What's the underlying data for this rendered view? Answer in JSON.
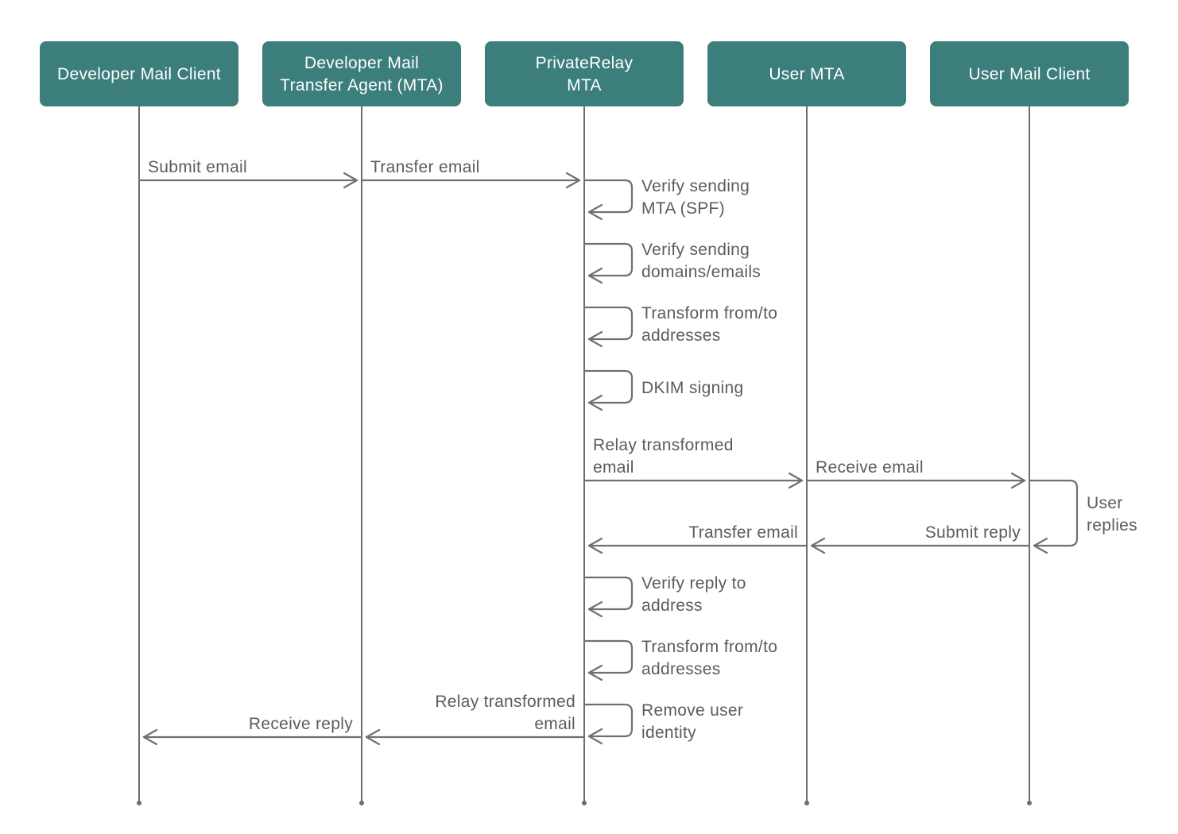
{
  "actors": [
    {
      "id": "dev-client",
      "lines": [
        "Developer Mail Client"
      ]
    },
    {
      "id": "dev-mta",
      "lines": [
        "Developer Mail",
        "Transfer Agent (MTA)"
      ]
    },
    {
      "id": "relay-mta",
      "lines": [
        "PrivateRelay",
        "MTA"
      ]
    },
    {
      "id": "user-mta",
      "lines": [
        "User MTA"
      ]
    },
    {
      "id": "user-client",
      "lines": [
        "User Mail Client"
      ]
    }
  ],
  "messages": [
    {
      "type": "arrow",
      "from": 0,
      "to": 1,
      "lines": [
        "Submit email"
      ]
    },
    {
      "type": "arrow",
      "from": 1,
      "to": 2,
      "lines": [
        "Transfer email"
      ]
    },
    {
      "type": "self",
      "actor": 2,
      "lines": [
        "Verify sending",
        "MTA (SPF)"
      ]
    },
    {
      "type": "self",
      "actor": 2,
      "lines": [
        "Verify sending",
        "domains/emails"
      ]
    },
    {
      "type": "self",
      "actor": 2,
      "lines": [
        "Transform from/to",
        "addresses"
      ]
    },
    {
      "type": "self",
      "actor": 2,
      "lines": [
        "DKIM signing"
      ]
    },
    {
      "type": "arrow",
      "from": 2,
      "to": 3,
      "lines": [
        "Relay transformed",
        "email"
      ]
    },
    {
      "type": "arrow",
      "from": 3,
      "to": 4,
      "lines": [
        "Receive email"
      ]
    },
    {
      "type": "self",
      "actor": 4,
      "lines": [
        "User",
        "replies"
      ]
    },
    {
      "type": "arrow",
      "from": 4,
      "to": 3,
      "lines": [
        "Submit reply"
      ]
    },
    {
      "type": "arrow",
      "from": 3,
      "to": 2,
      "lines": [
        "Transfer email"
      ]
    },
    {
      "type": "self",
      "actor": 2,
      "lines": [
        "Verify reply to",
        "address"
      ]
    },
    {
      "type": "self",
      "actor": 2,
      "lines": [
        "Transform from/to",
        "addresses"
      ]
    },
    {
      "type": "self",
      "actor": 2,
      "lines": [
        "Remove user",
        "identity"
      ]
    },
    {
      "type": "arrow",
      "from": 2,
      "to": 1,
      "lines": [
        "Relay transformed",
        "email"
      ]
    },
    {
      "type": "arrow",
      "from": 1,
      "to": 0,
      "lines": [
        "Receive reply"
      ]
    }
  ],
  "colors": {
    "actor_fill": "#3b7e7c",
    "actor_text": "#ffffff",
    "line": "#707070",
    "label": "#5c5c5c"
  }
}
